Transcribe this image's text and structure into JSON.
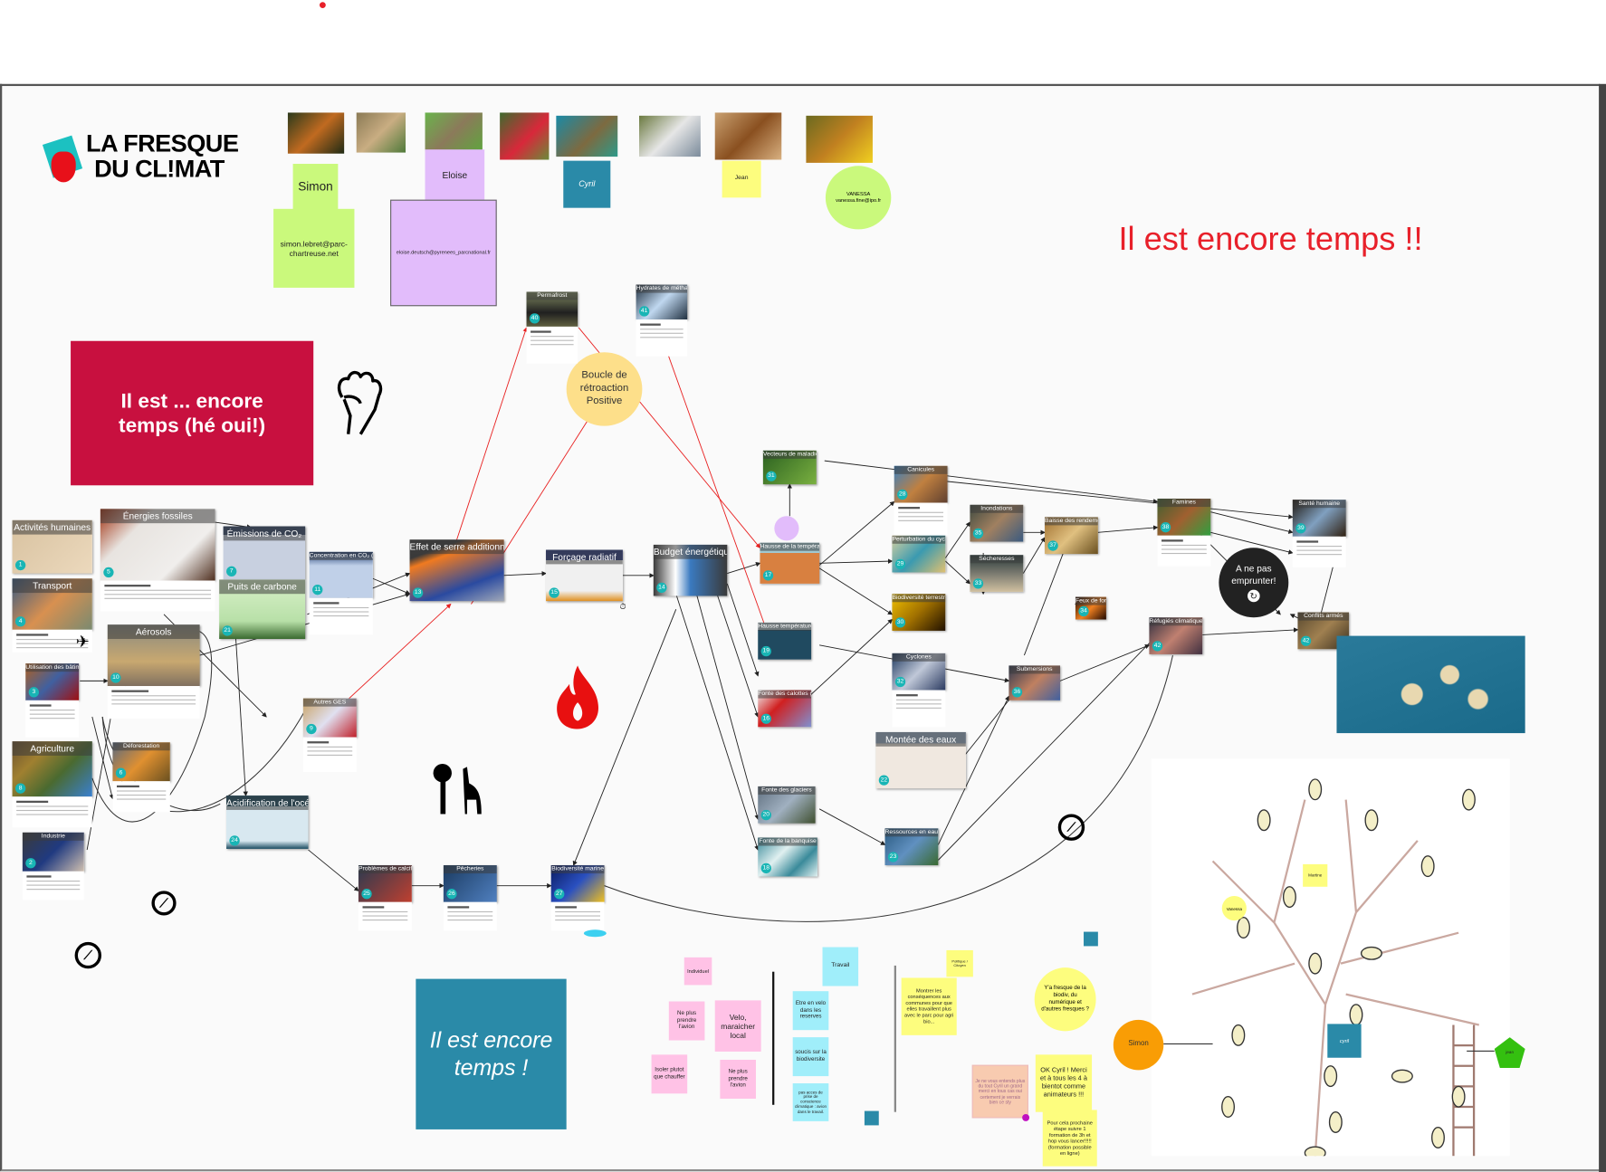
{
  "logo": {
    "line1": "LA FRESQUE",
    "line2": "DU CL!MAT"
  },
  "participants": [
    {
      "name": "Simon",
      "email": "simon.lebret@parc-chartreuse.net"
    },
    {
      "name": "Eloise",
      "email": "eloise.deutsch@pyrenees_parcnational.fr"
    },
    {
      "name": "Cyril"
    },
    {
      "name": "Jean"
    },
    {
      "name": "VANESSA",
      "email": "vanessa.fine@ipo.fr"
    }
  ],
  "animals": [
    "tiger",
    "lion",
    "hedgehog",
    "hummingbird",
    "sea-turtle",
    "butterflyfish",
    "centipede",
    "bee"
  ],
  "headline_red": "Il est encore temps !!",
  "banner_crimson": "Il est ... encore temps (hé oui!)",
  "banner_teal": "Il est encore temps !",
  "feedback_loop": "Boucle de rétroaction Positive",
  "do_not_take": "A ne pas emprunter!",
  "cards": [
    {
      "title": "Activités humaines",
      "num": "1"
    },
    {
      "title": "Transport",
      "num": "4"
    },
    {
      "title": "Énergies fossiles",
      "num": "5"
    },
    {
      "title": "Émissions de CO₂",
      "num": "7"
    },
    {
      "title": "Puits de carbone",
      "num": "21"
    },
    {
      "title": "Concentration en CO₂ (ppm)",
      "num": "11"
    },
    {
      "title": "Effet de serre additionnel",
      "num": "13"
    },
    {
      "title": "Forçage radiatif",
      "num": "15"
    },
    {
      "title": "Budget énergétique",
      "num": "14"
    },
    {
      "title": "Hausse de la température",
      "num": "17"
    },
    {
      "title": "Vecteurs de maladie",
      "num": "31"
    },
    {
      "title": "Aérosols",
      "num": "10"
    },
    {
      "title": "Utilisation des bâtiments",
      "num": "3"
    },
    {
      "title": "Autres GES",
      "num": "9"
    },
    {
      "title": "Agriculture",
      "num": "8"
    },
    {
      "title": "Déforestation",
      "num": "6"
    },
    {
      "title": "Industrie",
      "num": "2"
    },
    {
      "title": "Acidification de l'océan",
      "num": "24"
    },
    {
      "title": "Problèmes de calcification",
      "num": "25"
    },
    {
      "title": "Pêcheries",
      "num": "26"
    },
    {
      "title": "Biodiversité marine",
      "num": "27"
    },
    {
      "title": "Hausse température de l'eau",
      "num": "19"
    },
    {
      "title": "Fonte des calottes glaciaires",
      "num": "16"
    },
    {
      "title": "Fonte des glaciers",
      "num": "20"
    },
    {
      "title": "Fonte de la banquise",
      "num": "18"
    },
    {
      "title": "Permafrost",
      "num": "40"
    },
    {
      "title": "Hydrates de méthane",
      "num": "41"
    },
    {
      "title": "Canicules",
      "num": "28"
    },
    {
      "title": "Perturbation du cycle de l'eau",
      "num": "29"
    },
    {
      "title": "Biodiversité terrestre",
      "num": "30"
    },
    {
      "title": "Cyclones",
      "num": "32"
    },
    {
      "title": "Montée des eaux",
      "num": "22"
    },
    {
      "title": "Inondations",
      "num": "35"
    },
    {
      "title": "Sécheresses",
      "num": "33"
    },
    {
      "title": "Baisse des rendements agricoles",
      "num": "37"
    },
    {
      "title": "Feux de forêt",
      "num": "34"
    },
    {
      "title": "Submersions",
      "num": "36"
    },
    {
      "title": "Ressources en eau douce",
      "num": "23"
    },
    {
      "title": "Famines",
      "num": "38"
    },
    {
      "title": "Santé humaine",
      "num": "39"
    },
    {
      "title": "Réfugiés climatiques",
      "num": "42"
    },
    {
      "title": "Conflits armés",
      "num": "42"
    }
  ],
  "stickies": {
    "individuel": "Individuel",
    "ne_plus_avion_1": "Ne plus prendre l'avion",
    "velo_maraicher": "Velo, maraicher local",
    "isoler": "Isoler plutot que chauffer",
    "ne_plus_avion_2": "Ne plus prendre l'avion",
    "travail": "Travail",
    "velo_reserves": "Etre en velo dans les reserves",
    "soucis_biodiv": "soucis sur la biodiversite",
    "pas_acces": "pas acces de prise de conscience climatique : avion dans le travail.",
    "politique": "Politique / Citoyen",
    "montrer": "Montrer les conséquences aux communes pour que elles travaillent plus avec le parc pour agri bio...",
    "fresque_biodiv": "Y'a fresque de la biodiv, du numérique et d'autres fresques ?",
    "je_ne_vous": "Je ne vous entends plus du tout Cyril un grand merci en tous cas oui certement je verrais  bien ce sty",
    "ok_cyril": "OK Cyril ! Merci et à tous les 4 à bientot comme animateurs !!!",
    "pour_cela": "Pour cela prochaine étape suivre 1 formation de 3h et hop vous lancer!!!!! (formation possible en ligne)"
  },
  "tree": {
    "martine": "Martine",
    "vanessa": "Vanessa",
    "cyril": "cyril",
    "simon": "Simon",
    "jean": "jean"
  },
  "colors": {
    "crimson": "#c8103f",
    "teal": "#2a8aa8",
    "red_text": "#e8202a",
    "sticky_pink": "#ffc2e6",
    "sticky_blue": "#a0eefa",
    "sticky_yellow": "#fdfd7e",
    "sticky_lime": "#caf97c",
    "sticky_lilac": "#e2bcfb",
    "feedback_yellow": "#fddf8a"
  }
}
